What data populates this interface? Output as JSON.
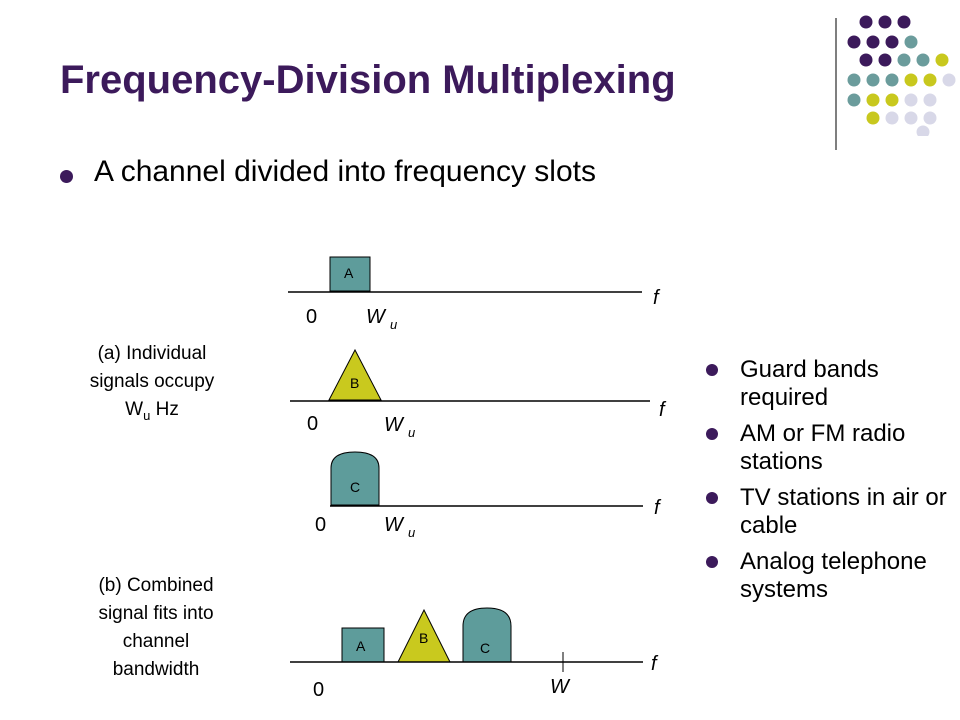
{
  "title": "Frequency-Division Multiplexing",
  "main_bullet": "A channel divided into frequency slots",
  "captions": {
    "a": [
      "(a)  Individual",
      "signals occupy",
      "W",
      "u",
      " Hz"
    ],
    "b": [
      "(b)   Combined",
      "signal fits into",
      "channel",
      "bandwidth"
    ]
  },
  "side_bullets": [
    "Guard bands required",
    "AM or FM radio stations",
    "TV stations in air or cable",
    "Analog telephone systems"
  ],
  "diagram": {
    "axis_label": "f",
    "origin_label": "0",
    "width_label_main": "W",
    "width_label_sub": "u",
    "combined_width_label": "W",
    "signals": {
      "a": "A",
      "b": "B",
      "c": "C"
    }
  },
  "colors": {
    "title": "#3c1a5b",
    "bullet": "#3c1a5b",
    "signal_a": "#5e9c9b",
    "signal_b": "#c9c91e",
    "signal_c": "#5e9c9b",
    "dot_purple": "#3c1a5b",
    "dot_teal": "#6b9c9c",
    "dot_yellow": "#c8c81e",
    "dot_lavender": "#d8d8e8"
  }
}
